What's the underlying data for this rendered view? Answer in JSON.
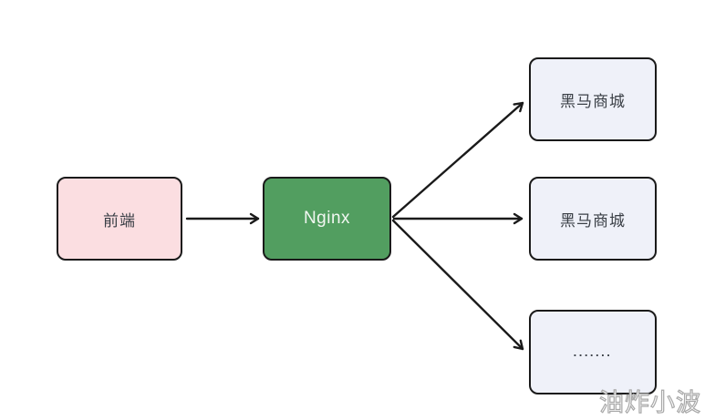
{
  "diagram": {
    "nodes": [
      {
        "id": "frontend",
        "label": "前端"
      },
      {
        "id": "nginx",
        "label": "Nginx"
      },
      {
        "id": "service-1",
        "label": "黑马商城"
      },
      {
        "id": "service-2",
        "label": "黑马商城"
      },
      {
        "id": "service-more",
        "label": "......."
      }
    ],
    "edges": [
      {
        "from": "frontend",
        "to": "nginx"
      },
      {
        "from": "nginx",
        "to": "service-1"
      },
      {
        "from": "nginx",
        "to": "service-2"
      },
      {
        "from": "nginx",
        "to": "service-more"
      }
    ]
  },
  "watermark": "油炸小波",
  "colors": {
    "frontend_fill": "#fbdee1",
    "nginx_fill": "#529e60",
    "nginx_text": "#f2f7f2",
    "service_fill": "#eff1f9",
    "line_color": "#1a1a1a",
    "label_color": "#3a3f46"
  }
}
